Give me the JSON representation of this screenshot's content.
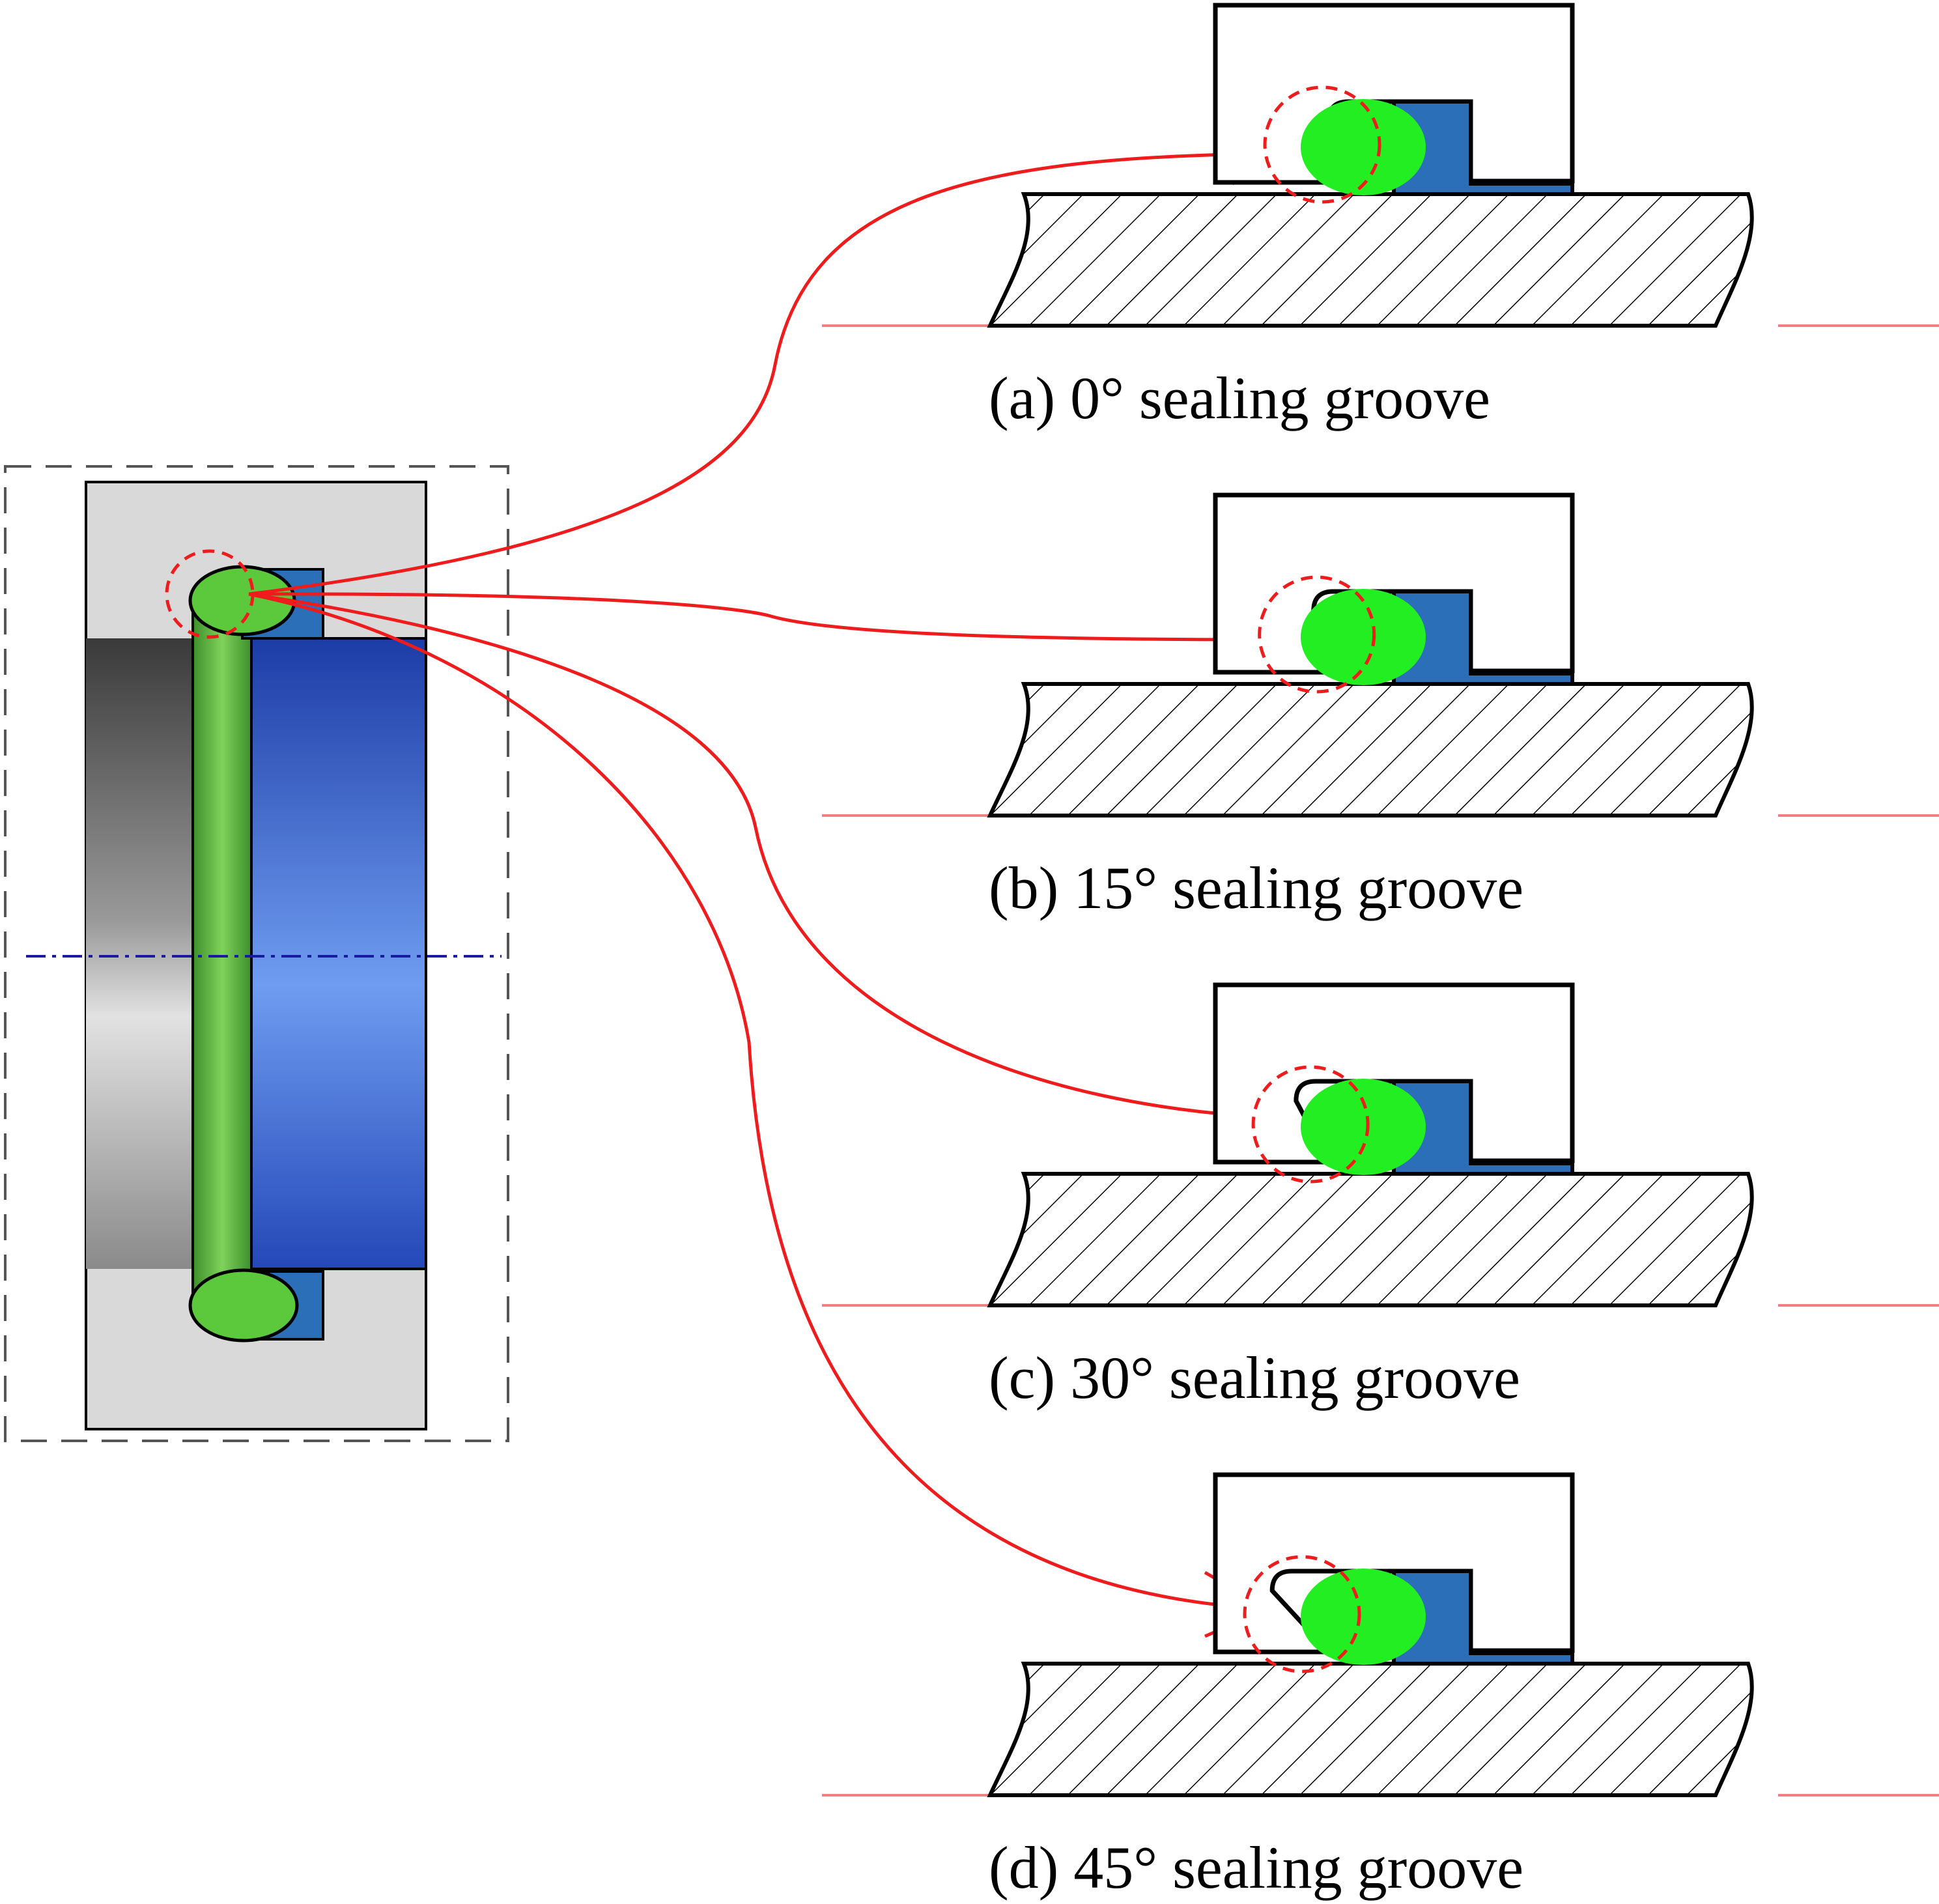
{
  "figure": {
    "captions": [
      {
        "label": "(a) 0°  sealing groove",
        "angle_deg": 0
      },
      {
        "label": "(b) 15°  sealing groove",
        "angle_deg": 15
      },
      {
        "label": "(c) 30°  sealing groove",
        "angle_deg": 30
      },
      {
        "label": "(d) 45°  sealing groove",
        "angle_deg": 45
      }
    ]
  },
  "colors": {
    "oring_green": "#22ee22",
    "backup_ring_blue": "#2a6fb8",
    "housing_gray": "#d9d9d9",
    "shaft_dark": "#555555",
    "seal_blue_light": "#4d7de0",
    "seal_blue_dark": "#1c3ca6",
    "leader_red": "#ee1c1c",
    "centerline_red": "#f08080",
    "outline": "#000000"
  }
}
